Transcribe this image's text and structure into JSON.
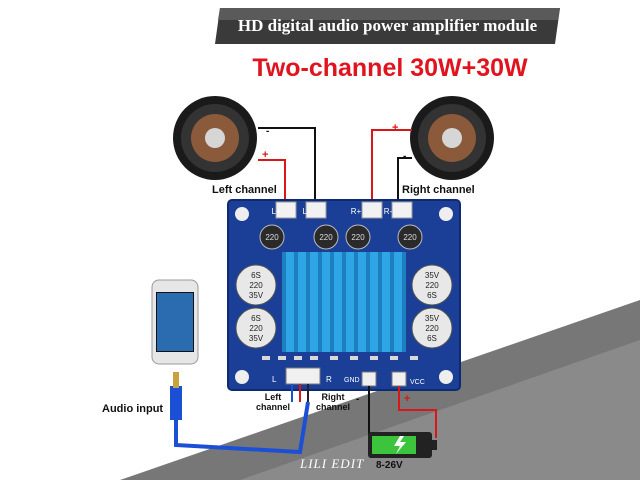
{
  "banner": {
    "title": "HD digital audio power amplifier module"
  },
  "subtitle": "Two-channel 30W+30W",
  "labels": {
    "left_channel": "Left channel",
    "right_channel": "Right channel",
    "audio_input": "Audio input",
    "in_left_channel_1": "Left",
    "in_left_channel_2": "channel",
    "in_right_channel_1": "Right",
    "in_right_channel_2": "channel",
    "voltage": "8-26V",
    "plus": "+",
    "minus": "-"
  },
  "board": {
    "terminals": [
      "L+",
      "L-",
      "R+",
      "R-"
    ],
    "caps_top": [
      "220",
      "220",
      "220",
      "220"
    ],
    "cap_big": {
      "code": "6S",
      "value": "220",
      "volt": "35V"
    },
    "gnd": "GND",
    "vcc": "VCC",
    "in_l": "L",
    "in_r": "R"
  },
  "watermark": "LILI EDIT",
  "colors": {
    "title_red": "#e0141e",
    "board_blue": "#1b3f96",
    "heatsink": "#2ea6e6",
    "wire_red": "#d81818",
    "battery_green": "#3cc43c"
  }
}
